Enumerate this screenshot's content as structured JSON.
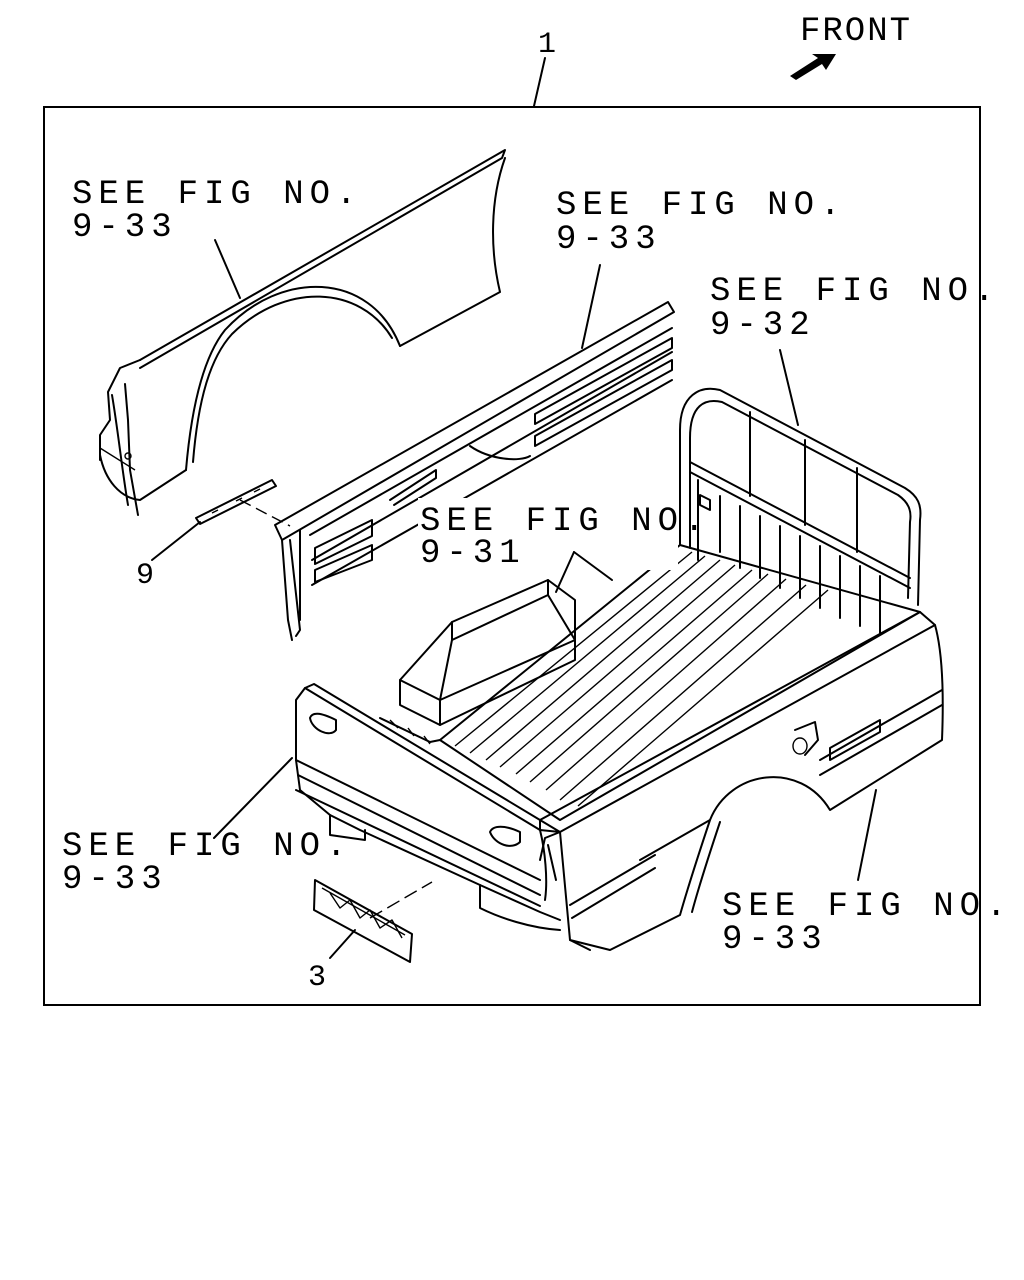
{
  "front": {
    "label": "FRONT"
  },
  "callouts": {
    "assembly": "1",
    "part_9": "9",
    "part_3": "3"
  },
  "references": {
    "upper_left": {
      "line1": "SEE FIG NO.",
      "line2": "9-33"
    },
    "upper_mid": {
      "line1": "SEE FIG NO.",
      "line2": "9-33"
    },
    "upper_right": {
      "line1": "SEE FIG NO.",
      "line2": "9-32"
    },
    "center": {
      "line1": "SEE FIG NO.",
      "line2": "9-31"
    },
    "lower_left": {
      "line1": "SEE FIG NO.",
      "line2": "9-33"
    },
    "lower_right": {
      "line1": "SEE FIG NO.",
      "line2": "9-33"
    }
  }
}
